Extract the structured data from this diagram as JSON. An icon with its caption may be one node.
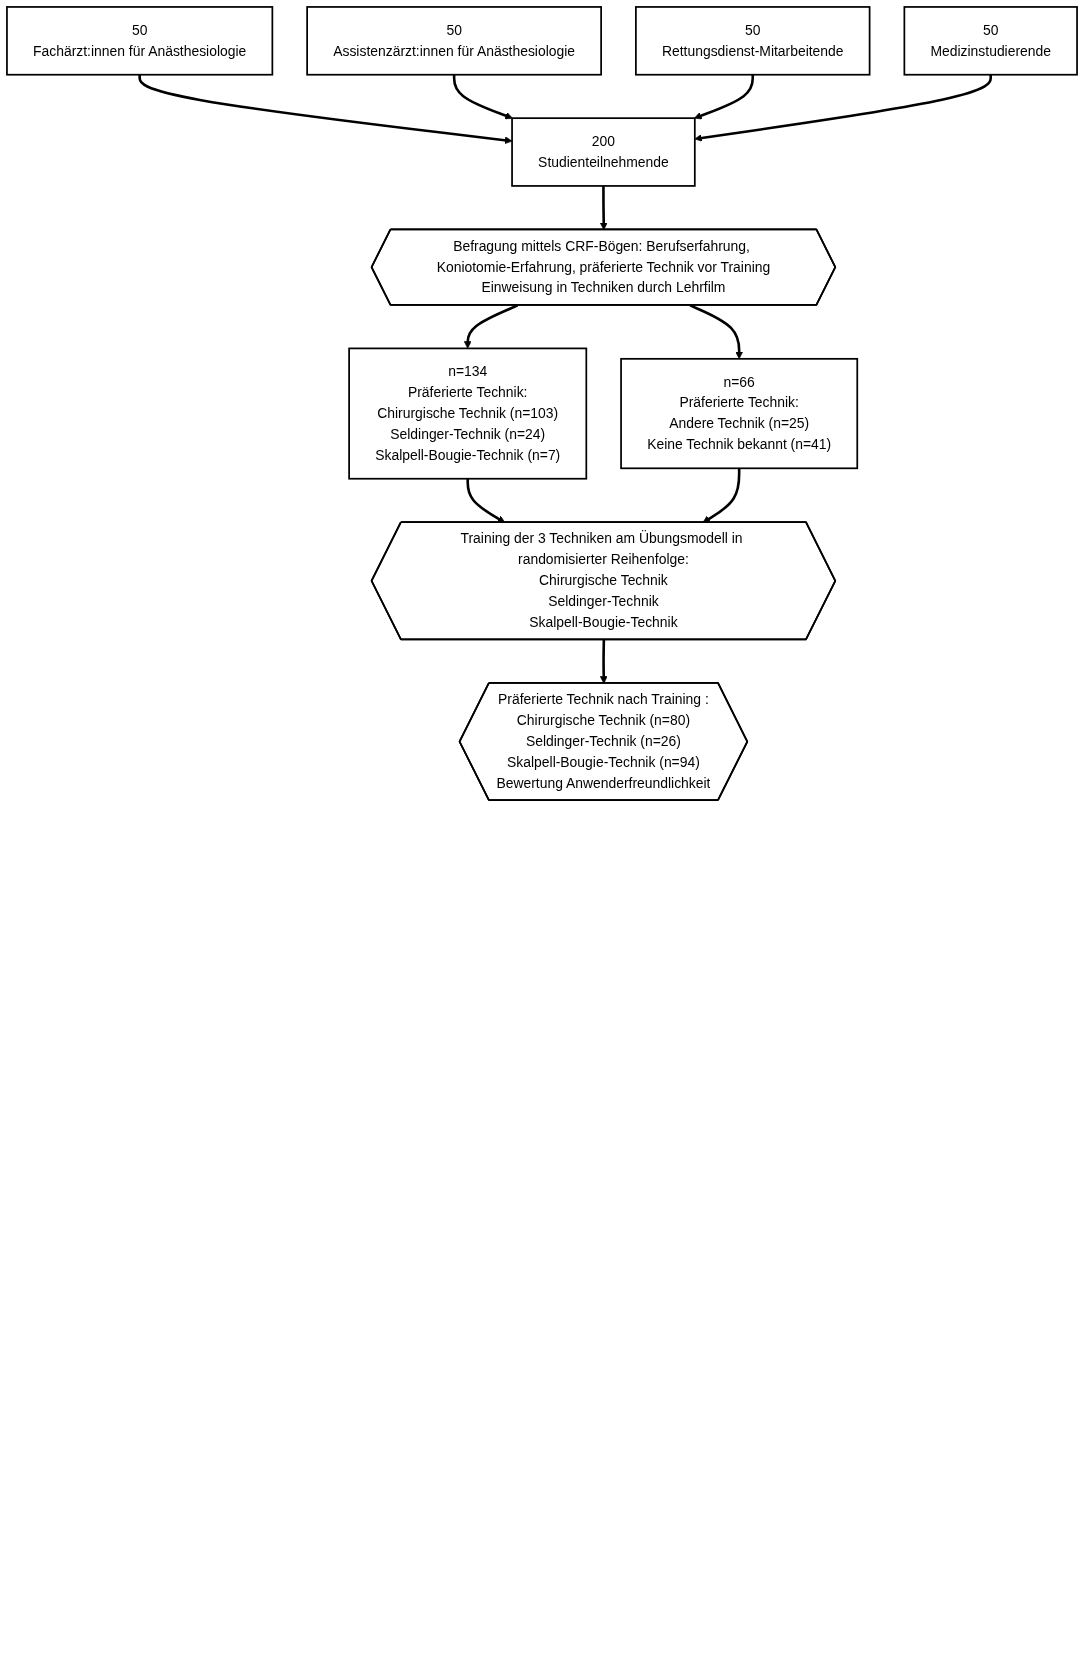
{
  "diagram": {
    "nodes": [
      {
        "text": [
          "50",
          "Fachärzt:innen für Anästhesiologie"
        ]
      },
      {
        "text": [
          "50",
          "Assistenzärzt:innen für Anästhesiologie"
        ]
      },
      {
        "text": [
          "50",
          "Rettungsdienst-Mitarbeitende"
        ]
      },
      {
        "text": [
          "50",
          "Medizinstudierende"
        ]
      },
      {
        "text": [
          "200",
          "Studienteilnehmende"
        ]
      },
      {
        "text": [
          "Befragung mittels CRF-Bögen: Berufserfahrung, Koniotomie-Erfahrung, präferierte Technik vor Training",
          "Einweisung in Techniken durch Lehrfilm"
        ]
      },
      {
        "text": [
          "n=134",
          "Präferierte Technik:",
          "Chirurgische Technik (n=103)",
          "Seldinger-Technik (n=24)",
          "Skalpell-Bougie-Technik (n=7)"
        ]
      },
      {
        "text": [
          "n=66",
          "Präferierte Technik:",
          "Andere Technik (n=25)",
          "Keine Technik bekannt (n=41)"
        ]
      },
      {
        "text": [
          "Training der 3 Techniken am Übungsmodell in randomisierter Reihenfolge:",
          "Chirurgische Technik",
          "Seldinger-Technik",
          "Skalpell-Bougie-Technik"
        ]
      },
      {
        "text": [
          "Präferierte Technik nach Training :",
          "Chirurgische Technik (n=80)",
          "Seldinger-Technik (n=26)",
          "Skalpell-Bougie-Technik (n=94)",
          "Bewertung Anwenderfreundlichkeit"
        ]
      }
    ],
    "edges": [
      {
        "from": 0,
        "to": 4,
        "arrow": "to"
      },
      {
        "from": 1,
        "to": 4,
        "arrow": "to"
      },
      {
        "from": 2,
        "to": 4,
        "arrow": "to"
      },
      {
        "from": 3,
        "to": 4,
        "arrow": "to"
      },
      {
        "from": 4,
        "to": 5,
        "arrow": "to"
      },
      {
        "from": 5,
        "to": 6,
        "arrow": "to"
      },
      {
        "from": 5,
        "to": 7,
        "arrow": "to"
      },
      {
        "from": 6,
        "to": 8,
        "arrow": "to"
      },
      {
        "from": 7,
        "to": 8,
        "arrow": "to"
      },
      {
        "from": 8,
        "to": 9,
        "arrow": "to"
      }
    ]
  }
}
